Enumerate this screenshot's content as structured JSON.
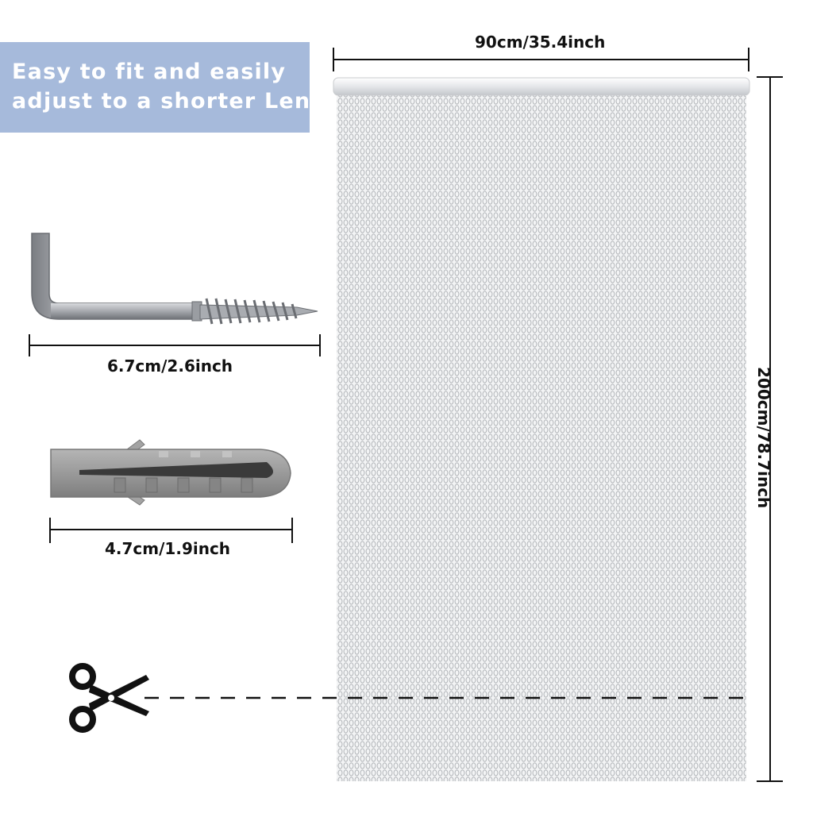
{
  "banner": {
    "line1": "Easy to fit and easily",
    "line2": "adjust to a shorter Length",
    "background": "#a6badb",
    "text_color": "#ffffff"
  },
  "curtain": {
    "width_label": "90cm/35.4inch",
    "height_label": "200cm/78.7inch",
    "material_color": "#c9cbce",
    "rail_color": "#e6e8eb"
  },
  "hook": {
    "icon": "screw-hook-icon",
    "length_label": "6.7cm/2.6inch"
  },
  "anchor": {
    "icon": "wall-plug-icon",
    "length_label": "4.7cm/1.9inch",
    "color": "#9a9a9a"
  },
  "cut": {
    "icon": "scissors-icon",
    "line_style": "dashed"
  }
}
